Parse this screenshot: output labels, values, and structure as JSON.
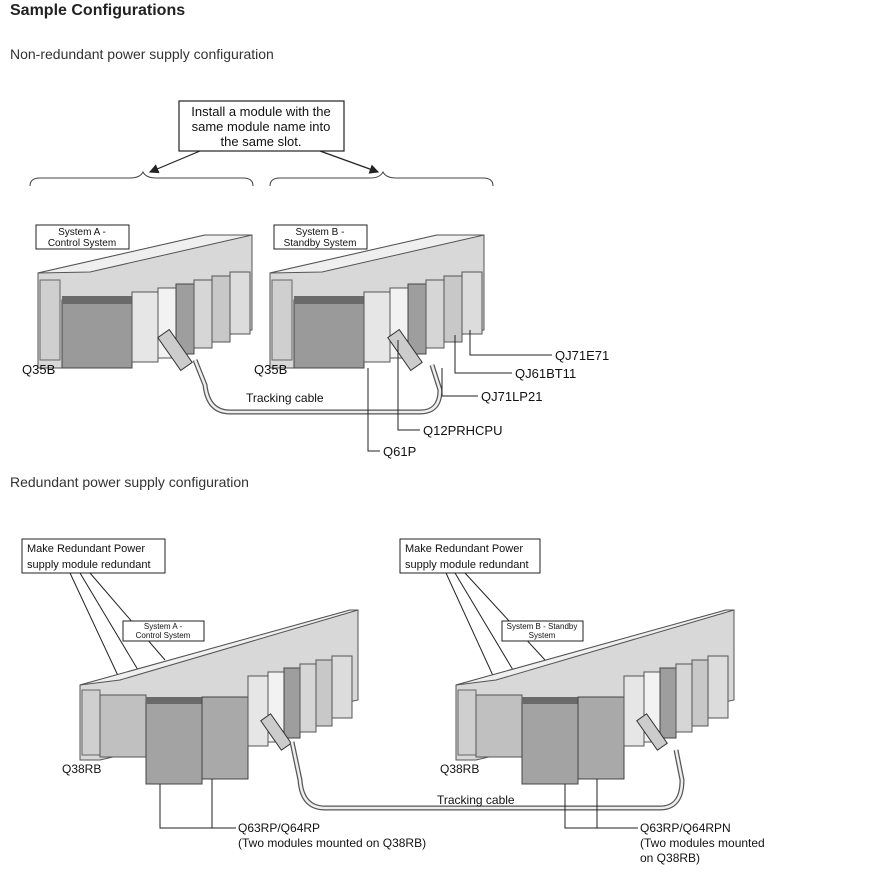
{
  "page": {
    "heading": "Sample Configurations",
    "section1_title": "Non-redundant power supply configuration",
    "section2_title": "Redundant power supply configuration"
  },
  "diagram1": {
    "callout": [
      "Install a module with the",
      "same module name into",
      "the same slot."
    ],
    "system_a": [
      "System A -",
      "Control System"
    ],
    "system_b": [
      "System B -",
      "Standby System"
    ],
    "base_a": "Q35B",
    "base_b": "Q35B",
    "tracking_cable": "Tracking cable",
    "module_labels": [
      "QJ71E71",
      "QJ61BT11",
      "QJ71LP21",
      "Q12PRHCPU",
      "Q61P"
    ]
  },
  "diagram2": {
    "callout_a": [
      "Make Redundant Power",
      "supply module redundant"
    ],
    "callout_b": [
      "Make Redundant Power",
      "supply module redundant"
    ],
    "system_a": [
      "System A -",
      "Control System"
    ],
    "system_b": [
      "System B - Standby",
      "System"
    ],
    "base_a": "Q38RB",
    "base_b": "Q38RB",
    "tracking_cable": "Tracking cable",
    "psu_a": [
      "Q63RP/Q64RP",
      "(Two modules mounted on Q38RB)"
    ],
    "psu_b": [
      "Q63RP/Q64RPN",
      "(Two modules mounted",
      "on Q38RB)"
    ]
  },
  "colors": {
    "module_gray": "#b9b9b9",
    "dark_module": "#6a6a6a",
    "line": "#222222"
  }
}
